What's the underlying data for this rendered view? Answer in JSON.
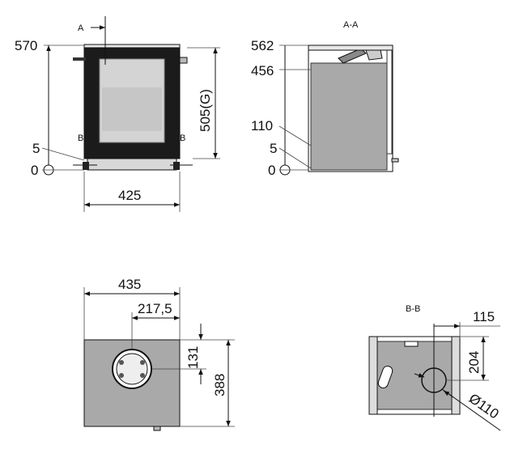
{
  "front_view": {
    "section_mark": "A",
    "height_total": "570",
    "height_inner": "505(G)",
    "foot_height": "5",
    "zero": "0",
    "width": "425",
    "section_b_left": "B",
    "section_b_right": "B"
  },
  "section_aa": {
    "title": "A-A",
    "h1": "562",
    "h2": "456",
    "h3": "110",
    "h4": "5",
    "zero": "0"
  },
  "top_view": {
    "width": "435",
    "flue_center_x": "217,5",
    "flue_center_y": "131",
    "depth": "388"
  },
  "section_bb": {
    "title": "B-B",
    "flue_offset": "115",
    "flue_depth": "204",
    "flue_diameter": "Ø110"
  },
  "colors": {
    "body_gray": "#a9a9a9",
    "glass_gray": "#d4d4d4",
    "frame_black": "#1b1b1b",
    "line": "#111111"
  }
}
